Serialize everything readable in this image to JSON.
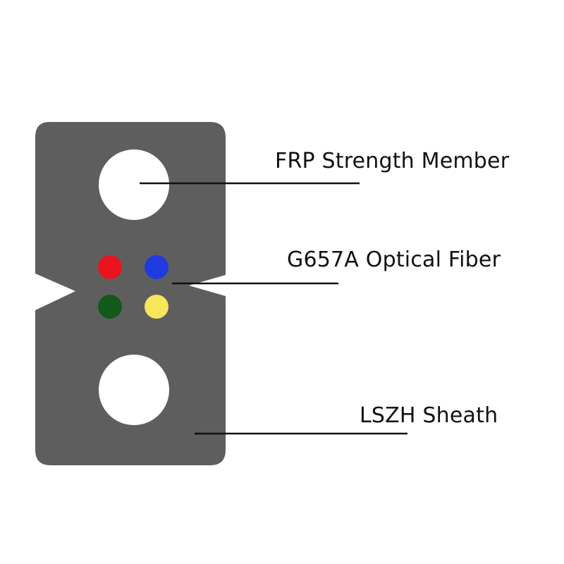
{
  "labels": {
    "strength_member": "FRP Strength Member",
    "optical_fiber": "G657A Optical Fiber",
    "sheath": "LSZH Sheath"
  },
  "colors": {
    "sheath": "#5e5e5e",
    "strength_member": "#ffffff",
    "fiber_red": "#e8141e",
    "fiber_blue": "#1f3be0",
    "fiber_green": "#13591a",
    "fiber_yellow": "#f6e65a",
    "leader_line": "#111111"
  },
  "fibers": [
    {
      "color_name": "red"
    },
    {
      "color_name": "blue"
    },
    {
      "color_name": "green"
    },
    {
      "color_name": "yellow"
    }
  ]
}
